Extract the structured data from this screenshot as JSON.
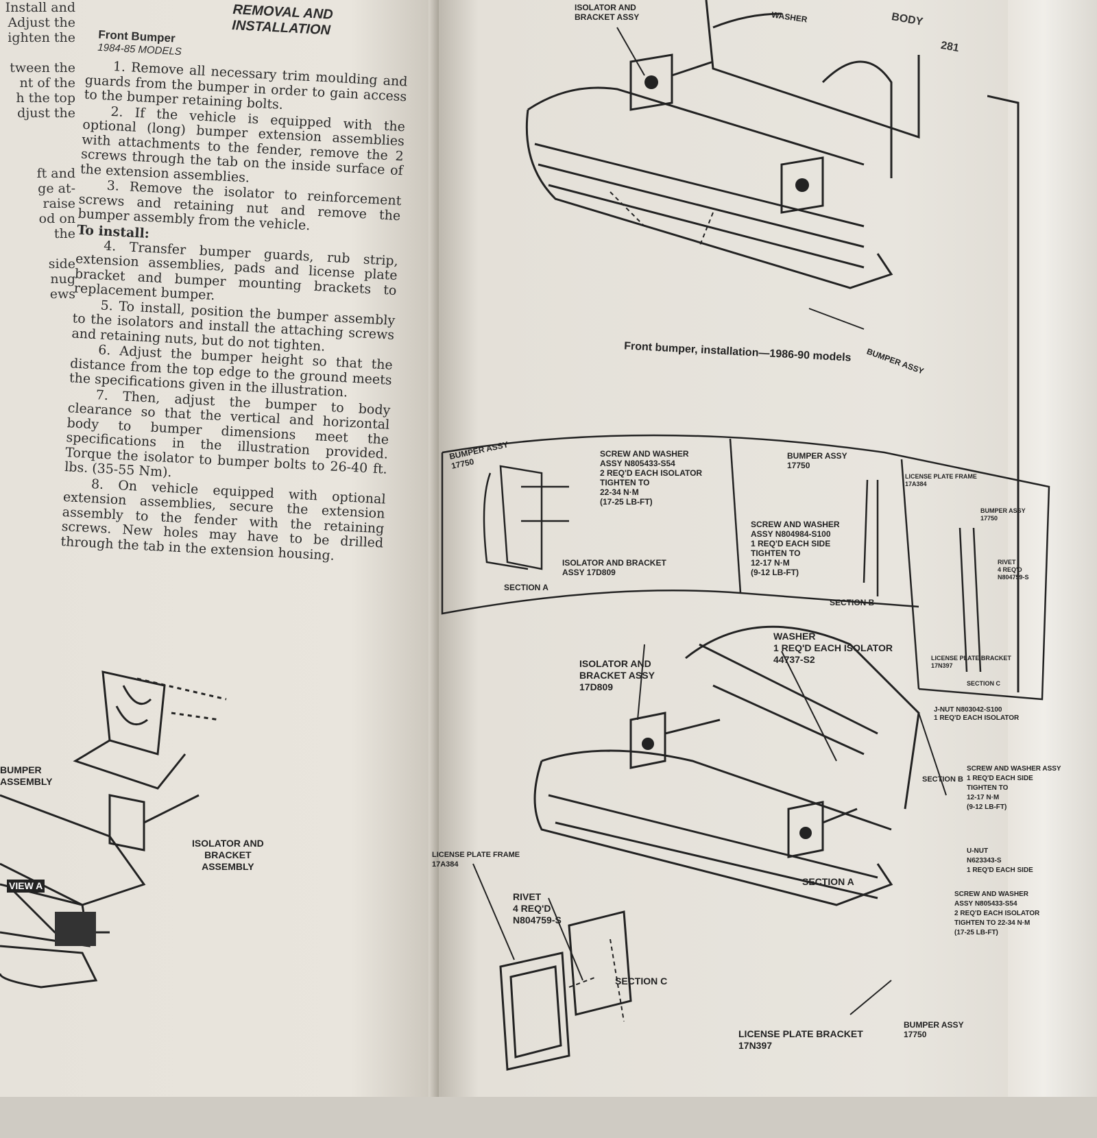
{
  "left_page": {
    "prev_column_fragments": [
      "Install and",
      "Adjust the",
      "ighten the",
      "",
      "tween the",
      "nt of the",
      "h the top",
      "djust the",
      "",
      "",
      "",
      "ft and",
      "ge at-",
      "raise",
      "od on",
      "the",
      "",
      "side",
      "nug",
      "ews"
    ],
    "section_heading": "REMOVAL AND INSTALLATION",
    "subheading": "Front Bumper",
    "models": "1984-85 MODELS",
    "steps": [
      "1. Remove all necessary trim moulding and guards from the bumper in order to gain access to the bumper retaining bolts.",
      "2. If the vehicle is equipped with the optional (long) bumper extension assemblies with attachments to the fender, remove the 2 screws through the tab on the inside surface of the extension assemblies.",
      "3. Remove the isolator to reinforcement screws and retaining nut and remove the bumper assembly from the vehicle."
    ],
    "install_heading": "To install:",
    "install_steps": [
      "4. Transfer bumper guards, rub strip, extension assemblies, pads and license plate bracket and bumper mounting brackets to replacement bumper.",
      "5. To install, position the bumper assembly to the isolators and install the attaching screws and retaining nuts, but do not tighten.",
      "6. Adjust the bumper height so that the distance from the top edge to the ground meets the specifications given in the illustration.",
      "7. Then, adjust the bumper to body clearance so that the vertical and horizontal body to bumper dimensions meet the specifications in the illustration provided. Torque the isolator to bumper bolts to 26-40 ft. lbs. (35-55 Nm).",
      "8. On vehicle equipped with optional extension assemblies, secure the extension assembly to the fender with the retaining screws. New holes may have to be drilled through the tab in the extension housing."
    ],
    "diagram_labels": {
      "bumper_assembly": "BUMPER\nASSEMBLY",
      "isolator": "ISOLATOR AND\nBRACKET\nASSEMBLY",
      "view_a": "VIEW A"
    }
  },
  "right_page": {
    "running_head": "BODY",
    "page_number": "281",
    "top_labels": {
      "isolator": "ISOLATOR AND\nBRACKET ASSY",
      "washer": "WASHER",
      "bumper_assy": "BUMPER ASSY"
    },
    "caption": "Front bumper, installation—1986-90 models",
    "section_a": {
      "bumper": "BUMPER ASSY\n17750",
      "screw": "SCREW AND WASHER\nASSY N805433-S54\n2 REQ'D EACH ISOLATOR\nTIGHTEN TO\n22-34 N·m\n(17-25 LB-FT)",
      "isolator": "ISOLATOR AND BRACKET\nASSY 17D809",
      "title": "SECTION A"
    },
    "section_b": {
      "bumper": "BUMPER ASSY\n17750",
      "screw": "SCREW AND WASHER\nASSY N804984-S100\n1 REQ'D EACH SIDE\nTIGHTEN TO\n12-17 N·m\n(9-12 LB-FT)",
      "title": "SECTION B"
    },
    "section_c": {
      "frame": "LICENSE PLATE FRAME\n17A384",
      "bumper": "BUMPER ASSY\n17750",
      "rivet": "RIVET\n4 REQ'D\nN804759-S",
      "bracket": "LICENSE PLATE BRACKET\n17N397",
      "title": "SECTION C"
    },
    "main_labels": {
      "washer": "WASHER\n1 REQ'D EACH ISOLATOR\n44737-S2",
      "isolator": "ISOLATOR AND\nBRACKET ASSY\n17D809",
      "jnut": "J-NUT N803042-S100\n1 REQ'D EACH ISOLATOR",
      "section_b": "SECTION B",
      "screw_b": "SCREW AND WASHER ASSY\n1 REQ'D EACH SIDE\nTIGHTEN TO\n12-17 N·m\n(9-12 LB-FT)",
      "unut": "U-NUT\nN623343-S\n1 REQ'D EACH SIDE",
      "section_a": "SECTION A",
      "screw_a": "SCREW AND WASHER\nASSY N805433-S54\n2 REQ'D EACH ISOLATOR\nTIGHTEN TO 22-34 N·m\n(17-25 LB-FT)",
      "frame": "LICENSE PLATE FRAME\n17A384",
      "rivet": "RIVET\n4 REQ'D\nN804759-S",
      "section_c": "SECTION C",
      "bracket": "LICENSE PLATE BRACKET\n17N397",
      "bumper": "BUMPER ASSY\n17750"
    }
  }
}
